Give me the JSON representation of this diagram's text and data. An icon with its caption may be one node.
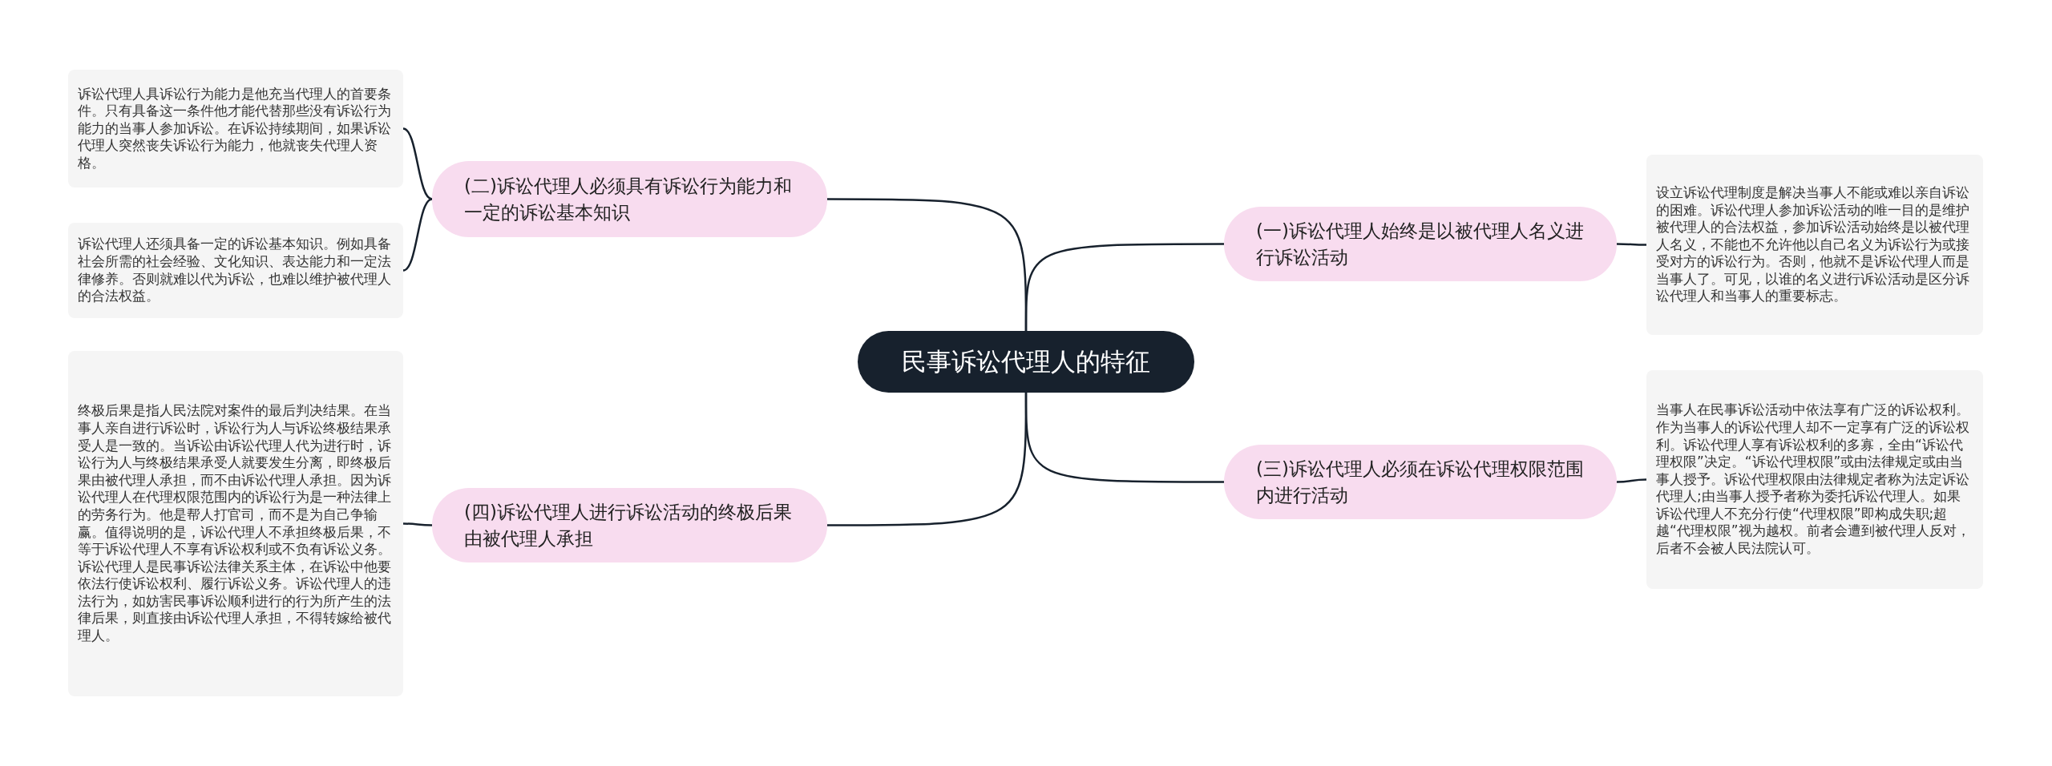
{
  "diagram": {
    "nodes": [
      {
        "text": [
          "民事诉讼代理人的特征"
        ]
      },
      {
        "text": [
          "(二)诉讼代理人必须具有诉讼行为能力和一定的诉讼基本知识"
        ]
      },
      {
        "text": [
          "诉讼代理人具诉讼行为能力是他充当代理人的首要条件。只有具备这一条件他才能代替那些没有诉讼行为能力的当事人参加诉讼。在诉讼持续期间，如果诉讼代理人突然丧失诉讼行为能力，他就丧失代理人资格。"
        ]
      },
      {
        "text": [
          "诉讼代理人还须具备一定的诉讼基本知识。例如具备社会所需的社会经验、文化知识、表达能力和一定法律修养。否则就难以代为诉讼，也难以维护被代理人的合法权益。"
        ]
      },
      {
        "text": [
          "(一)诉讼代理人始终是以被代理人名义进行诉讼活动"
        ]
      },
      {
        "text": [
          "设立诉讼代理制度是解决当事人不能或难以亲自诉讼的困难。诉讼代理人参加诉讼活动的唯一目的是维护被代理人的合法权益，参加诉讼活动始终是以被代理人名义，不能也不允许他以自己名义为诉讼行为或接受对方的诉讼行为。否则，他就不是诉讼代理人而是当事人了。可见，以谁的名义进行诉讼活动是区分诉讼代理人和当事人的重要标志。"
        ]
      },
      {
        "text": [
          "(四)诉讼代理人进行诉讼活动的终极后果由被代理人承担"
        ]
      },
      {
        "text": [
          "终极后果是指人民法院对案件的最后判决结果。在当事人亲自进行诉讼时，诉讼行为人与诉讼终极结果承受人是一致的。当诉讼由诉讼代理人代为进行时，诉讼行为人与终极结果承受人就要发生分离，即终极后果由被代理人承担，而不由诉讼代理人承担。因为诉讼代理人在代理权限范围内的诉讼行为是一种法律上的劳务行为。他是帮人打官司，而不是为自己争输赢。值得说明的是，诉讼代理人不承担终极后果，不等于诉讼代理人不享有诉讼权利或不负有诉讼义务。诉讼代理人是民事诉讼法律关系主体，在诉讼中他要依法行使诉讼权利、履行诉讼义务。诉讼代理人的违法行为，如妨害民事诉讼顺利进行的行为所产生的法律后果，则直接由诉讼代理人承担，不得转嫁给被代理人。"
        ]
      },
      {
        "text": [
          "(三)诉讼代理人必须在诉讼代理权限范围内进行活动"
        ]
      },
      {
        "text": [
          "当事人在民事诉讼活动中依法享有广泛的诉讼权利。作为当事人的诉讼代理人却不一定享有广泛的诉讼权利。诉讼代理人享有诉讼权利的多寡，全由“诉讼代理权限”决定。“诉讼代理权限”或由法律规定或由当事人授予。诉讼代理权限由法律规定者称为法定诉讼代理人;由当事人授予者称为委托诉讼代理人。如果诉讼代理人不充分行使“代理权限”即构成失职;超越“代理权限”视为越权。前者会遭到被代理人反对，后者不会被人民法院认可。"
        ]
      }
    ],
    "edges": [
      {
        "from": 0,
        "to": 1,
        "arrow": "none"
      },
      {
        "from": 1,
        "to": 2,
        "arrow": "none"
      },
      {
        "from": 1,
        "to": 3,
        "arrow": "none"
      },
      {
        "from": 0,
        "to": 4,
        "arrow": "none"
      },
      {
        "from": 4,
        "to": 5,
        "arrow": "none"
      },
      {
        "from": 0,
        "to": 6,
        "arrow": "none"
      },
      {
        "from": 6,
        "to": 7,
        "arrow": "none"
      },
      {
        "from": 0,
        "to": 8,
        "arrow": "none"
      },
      {
        "from": 8,
        "to": 9,
        "arrow": "none"
      }
    ]
  }
}
